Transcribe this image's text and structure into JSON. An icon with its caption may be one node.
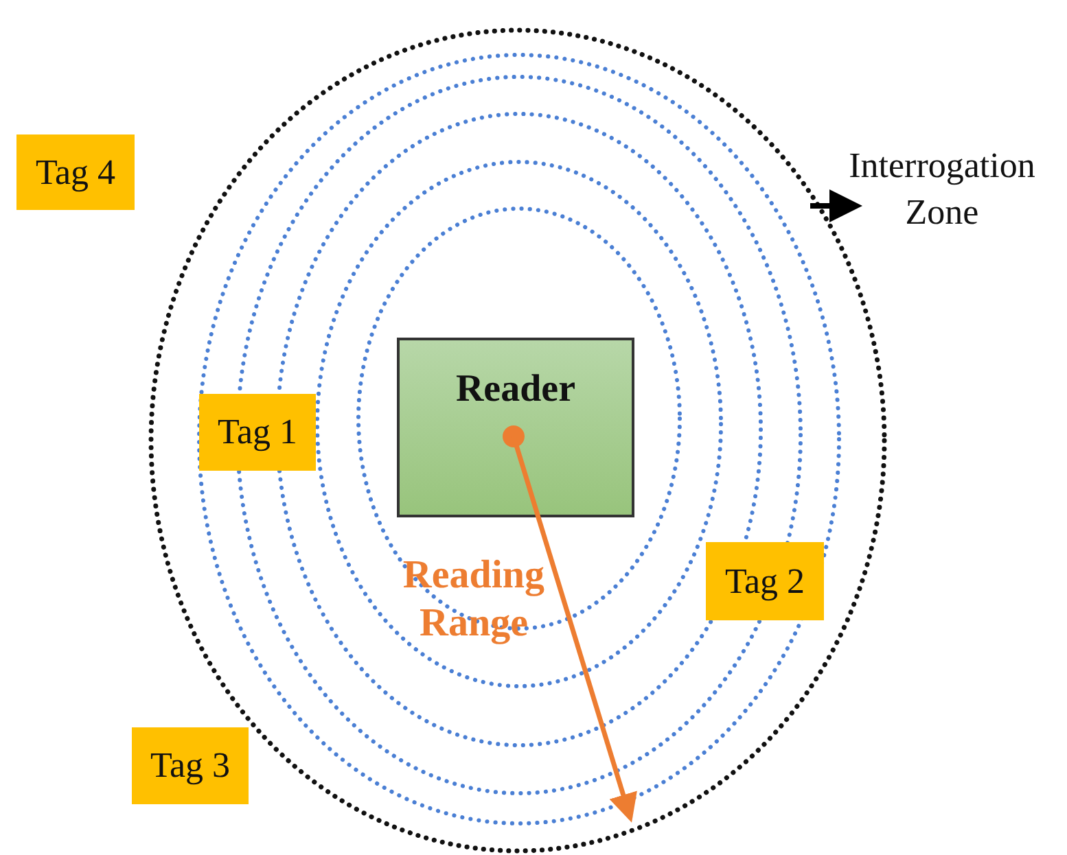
{
  "diagram": {
    "nodes": [
      {
        "text": [
          "Tag 4"
        ]
      },
      {
        "text": [
          "Reader"
        ]
      },
      {
        "text": [
          "Tag 1"
        ]
      },
      {
        "text": [
          "Tag 2"
        ]
      },
      {
        "text": [
          "Tag 3"
        ]
      }
    ],
    "labels": [
      "Interrogation Zone",
      "Reading Range"
    ]
  }
}
